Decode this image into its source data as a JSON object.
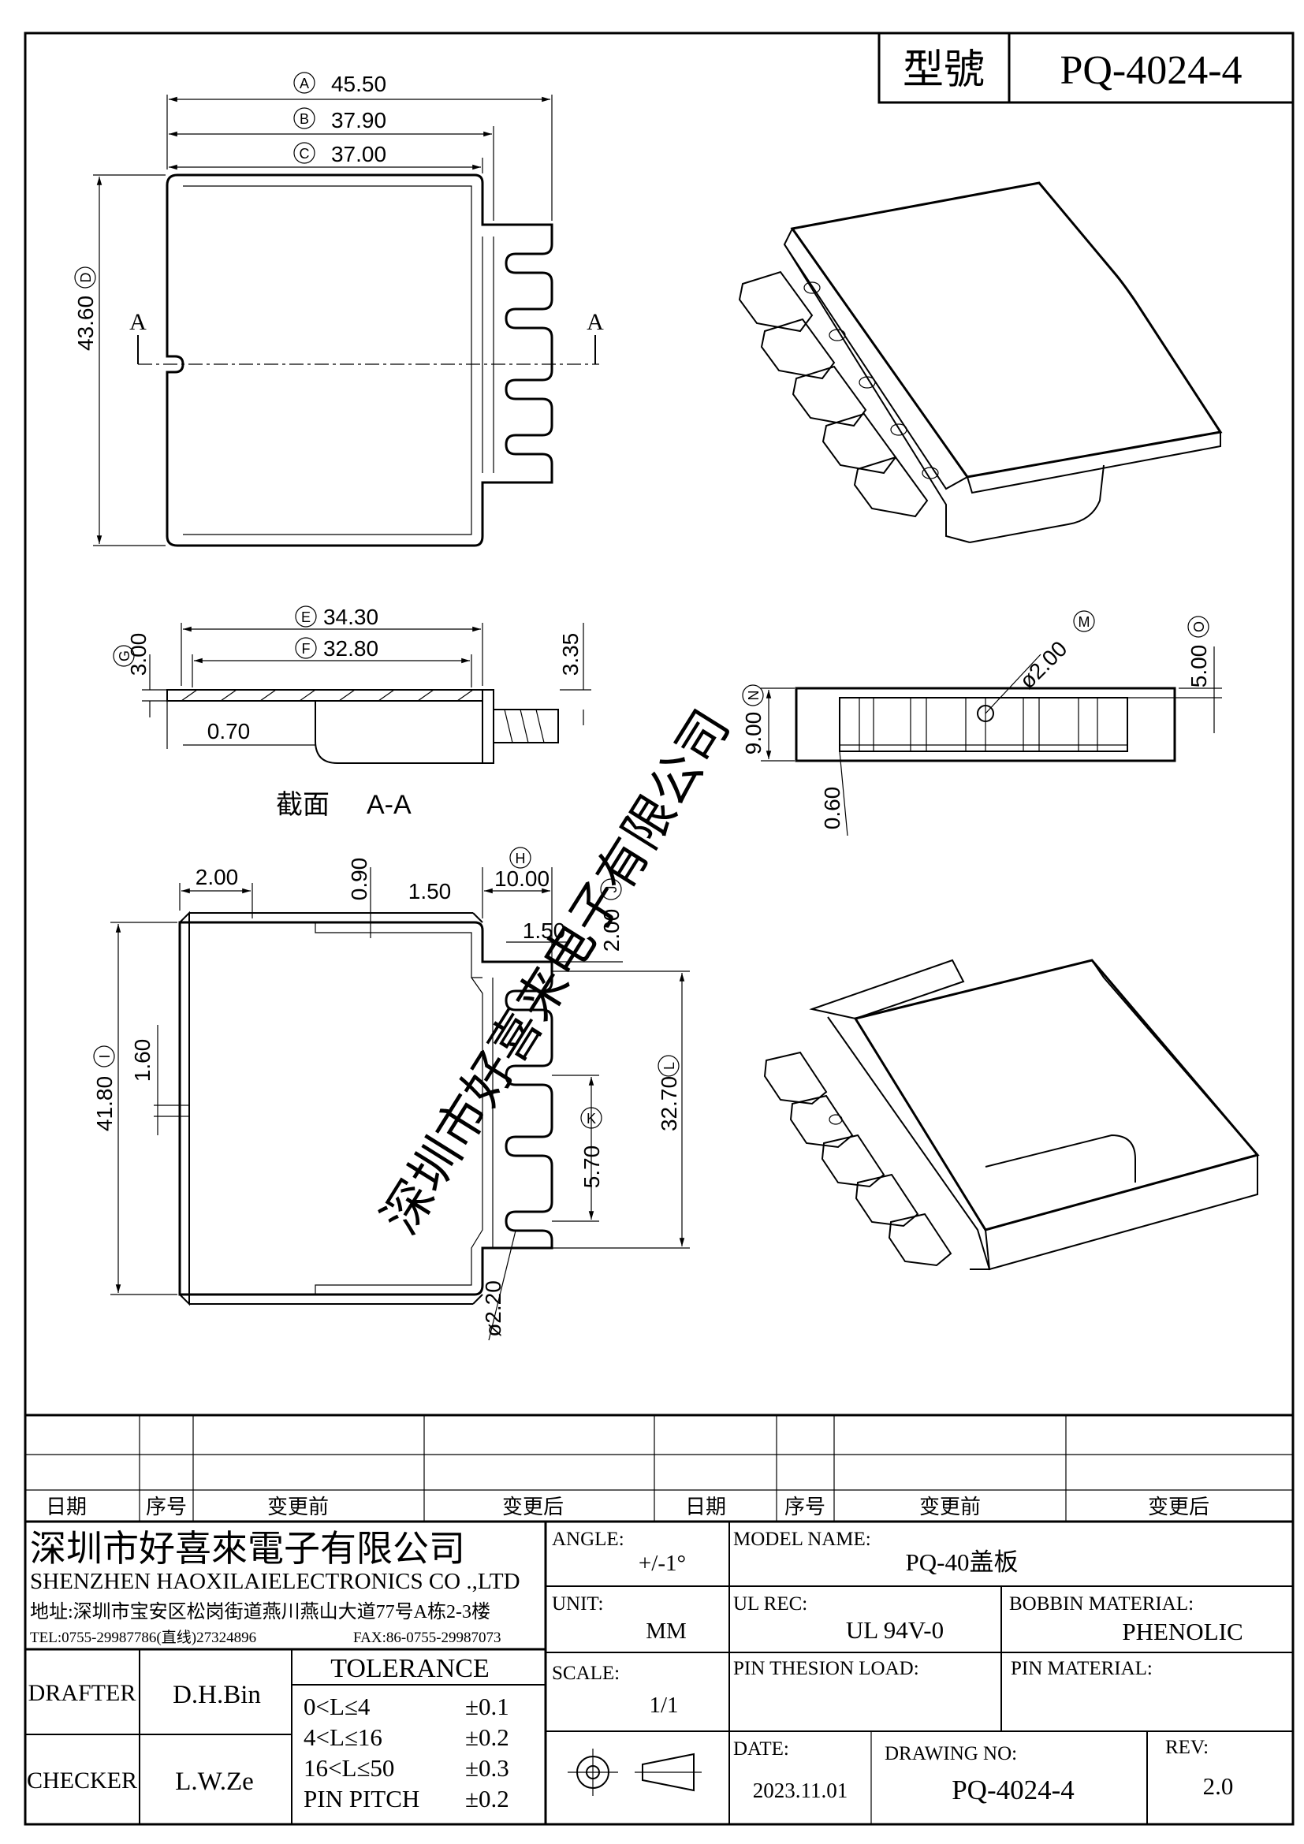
{
  "header": {
    "model_label": "型號",
    "model_value": "PQ-4024-4"
  },
  "watermark": "深圳市好喜来电子有限公司",
  "top_view": {
    "dim_a": "45.50",
    "dim_a_tag": "A",
    "dim_b": "37.90",
    "dim_b_tag": "B",
    "dim_c": "37.00",
    "dim_c_tag": "C",
    "dim_d": "43.60",
    "dim_d_tag": "D",
    "section_mark_left": "A",
    "section_mark_right": "A"
  },
  "section_view": {
    "dim_e": "34.30",
    "dim_e_tag": "E",
    "dim_f": "32.80",
    "dim_f_tag": "F",
    "dim_g": "3.00",
    "dim_g_tag": "G",
    "dim_335": "3.35",
    "dim_070": "0.70",
    "caption_cn": "截面",
    "caption_mark": "A-A"
  },
  "side_view": {
    "dim_hole": "ø2.00",
    "dim_hole_tag": "M",
    "dim_o": "5.00",
    "dim_o_tag": "O",
    "dim_n": "9.00",
    "dim_n_tag": "N",
    "dim_060": "0.60"
  },
  "bottom_view": {
    "dim_200": "2.00",
    "dim_090": "0.90",
    "dim_150a": "1.50",
    "dim_h": "10.00",
    "dim_h_tag": "H",
    "dim_j": "2.00",
    "dim_j_tag": "J",
    "dim_150b": "1.50",
    "dim_i": "41.80",
    "dim_i_tag": "I",
    "dim_160": "1.60",
    "dim_k": "5.70",
    "dim_k_tag": "K",
    "dim_l": "32.70",
    "dim_l_tag": "L",
    "dim_pin": "ø2.20"
  },
  "revision_table": {
    "headers": [
      "日期",
      "序号",
      "变更前",
      "变更后",
      "日期",
      "序号",
      "变更前",
      "变更后"
    ]
  },
  "company": {
    "name_cn": "深圳市好喜來電子有限公司",
    "name_en": "SHENZHEN HAOXILAIELECTRONICS CO .,LTD",
    "address": "地址:深圳市宝安区松岗街道燕川燕山大道77号A栋2-3楼",
    "tel": "TEL:0755-29987786(直线)27324896",
    "fax": "FAX:86-0755-29987073"
  },
  "title_block": {
    "angle_label": "ANGLE:",
    "angle_value": "+/-1°",
    "model_name_label": "MODEL NAME:",
    "model_name_value": "PQ-40盖板",
    "unit_label": "UNIT:",
    "unit_value": "MM",
    "ul_label": "UL REC:",
    "ul_value": "UL 94V-0",
    "bobbin_label": "BOBBIN MATERIAL:",
    "bobbin_value": "PHENOLIC",
    "scale_label": "SCALE:",
    "scale_value": "1/1",
    "pin_load_label": "PIN THESION LOAD:",
    "pin_material_label": "PIN MATERIAL:",
    "date_label": "DATE:",
    "date_value": "2023.11.01",
    "drawing_no_label": "DRAWING NO:",
    "drawing_no_value": "PQ-4024-4",
    "rev_label": "REV:",
    "rev_value": "2.0",
    "drafter_label": "DRAFTER",
    "drafter_value": "D.H.Bin",
    "checker_label": "CHECKER",
    "checker_value": "L.W.Ze",
    "tolerance_title": "TOLERANCE",
    "tolerance_rows": [
      {
        "range": "0<L≤4",
        "value": "±0.1"
      },
      {
        "range": "4<L≤16",
        "value": "±0.2"
      },
      {
        "range": "16<L≤50",
        "value": "±0.3"
      },
      {
        "range": "PIN PITCH",
        "value": "±0.2"
      }
    ]
  }
}
